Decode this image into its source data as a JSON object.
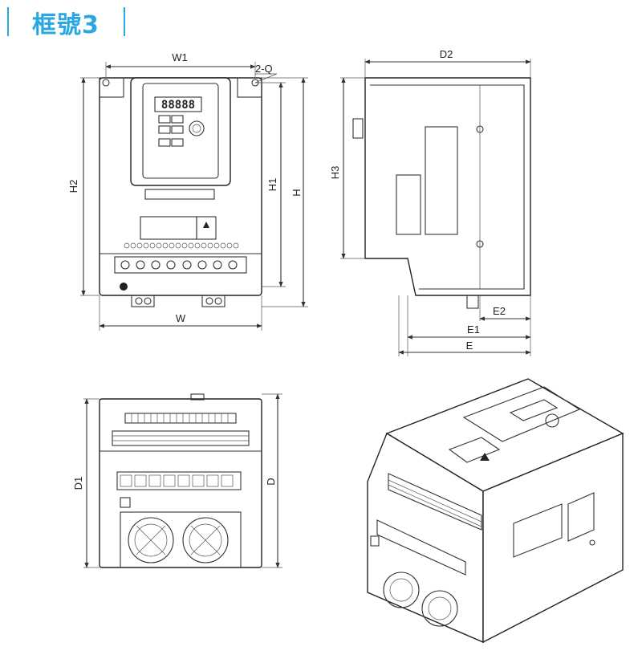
{
  "header": {
    "title": "框號3"
  },
  "front_view": {
    "labels": {
      "w1": "W1",
      "q": "2-Q",
      "h1": "H1",
      "h2": "H2",
      "h": "H",
      "w": "W"
    },
    "display_text": "88888"
  },
  "side_view": {
    "labels": {
      "d2": "D2",
      "h3": "H3",
      "e2": "E2",
      "e1": "E1",
      "e": "E"
    }
  },
  "bottom_view": {
    "labels": {
      "d1": "D1",
      "d": "D"
    }
  },
  "colors": {
    "accent": "#2aa7e0",
    "line": "#333333"
  }
}
